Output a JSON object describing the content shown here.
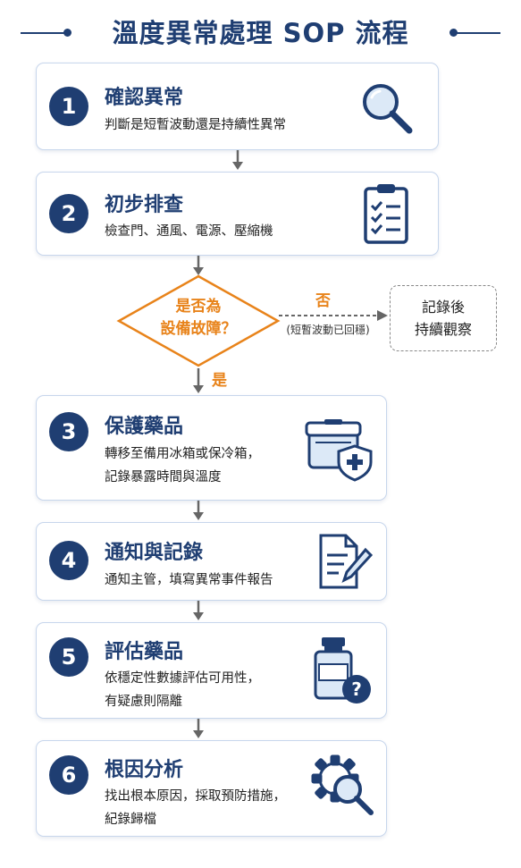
{
  "title": "溫度異常處理 SOP 流程",
  "steps": [
    {
      "number": "1",
      "title": "確認異常",
      "desc": [
        "判斷是短暫波動還是持續性異常"
      ]
    },
    {
      "number": "2",
      "title": "初步排查",
      "desc": [
        "檢查門、通風、電源、壓縮機"
      ]
    },
    {
      "number": "3",
      "title": "保護藥品",
      "desc": [
        "轉移至備用冰箱或保冷箱，",
        "記錄暴露時間與溫度"
      ]
    },
    {
      "number": "4",
      "title": "通知與記錄",
      "desc": [
        "通知主管，填寫異常事件報告"
      ]
    },
    {
      "number": "5",
      "title": "評估藥品",
      "desc": [
        "依穩定性數據評估可用性，",
        "有疑慮則隔離"
      ]
    },
    {
      "number": "6",
      "title": "根因分析",
      "desc": [
        "找出根本原因，採取預防措施，",
        "紀錄歸檔"
      ]
    }
  ],
  "decision": {
    "question": [
      "是否為",
      "設備故障？"
    ],
    "no_label": "否",
    "no_note": "(短暫波動已回穩)",
    "yes_label": "是",
    "no_result": [
      "記錄後",
      "持續觀察"
    ]
  },
  "icons": [
    "magnifier-icon",
    "clipboard-checklist-icon",
    "cooler-shield-icon",
    "document-pen-icon",
    "vial-question-icon",
    "gear-magnifier-icon"
  ],
  "colors": {
    "navy": "#1f3e72",
    "orange": "#e8831a",
    "border": "#c7d6ec",
    "arrow": "#666666"
  }
}
